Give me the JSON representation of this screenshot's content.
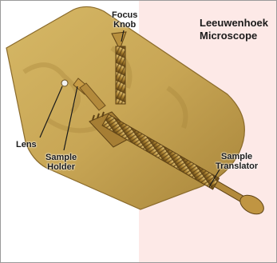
{
  "title": {
    "line1": "Leeuwenhoek",
    "line2": "Microscope"
  },
  "labels": {
    "focus_knob": {
      "line1": "Focus",
      "line2": "Knob"
    },
    "lens": {
      "line1": "Lens"
    },
    "sample_holder": {
      "line1": "Sample",
      "line2": "Holder"
    },
    "sample_translator": {
      "line1": "Sample",
      "line2": "Translator"
    }
  },
  "colors": {
    "plate": "#c8a655",
    "plate_dark": "#9c7a34",
    "brass": "#b38a3c",
    "brass_dark": "#6e4f1c",
    "background_right": "#fde9e7",
    "background_left": "#ffffff",
    "text": "#1a1a1a"
  }
}
